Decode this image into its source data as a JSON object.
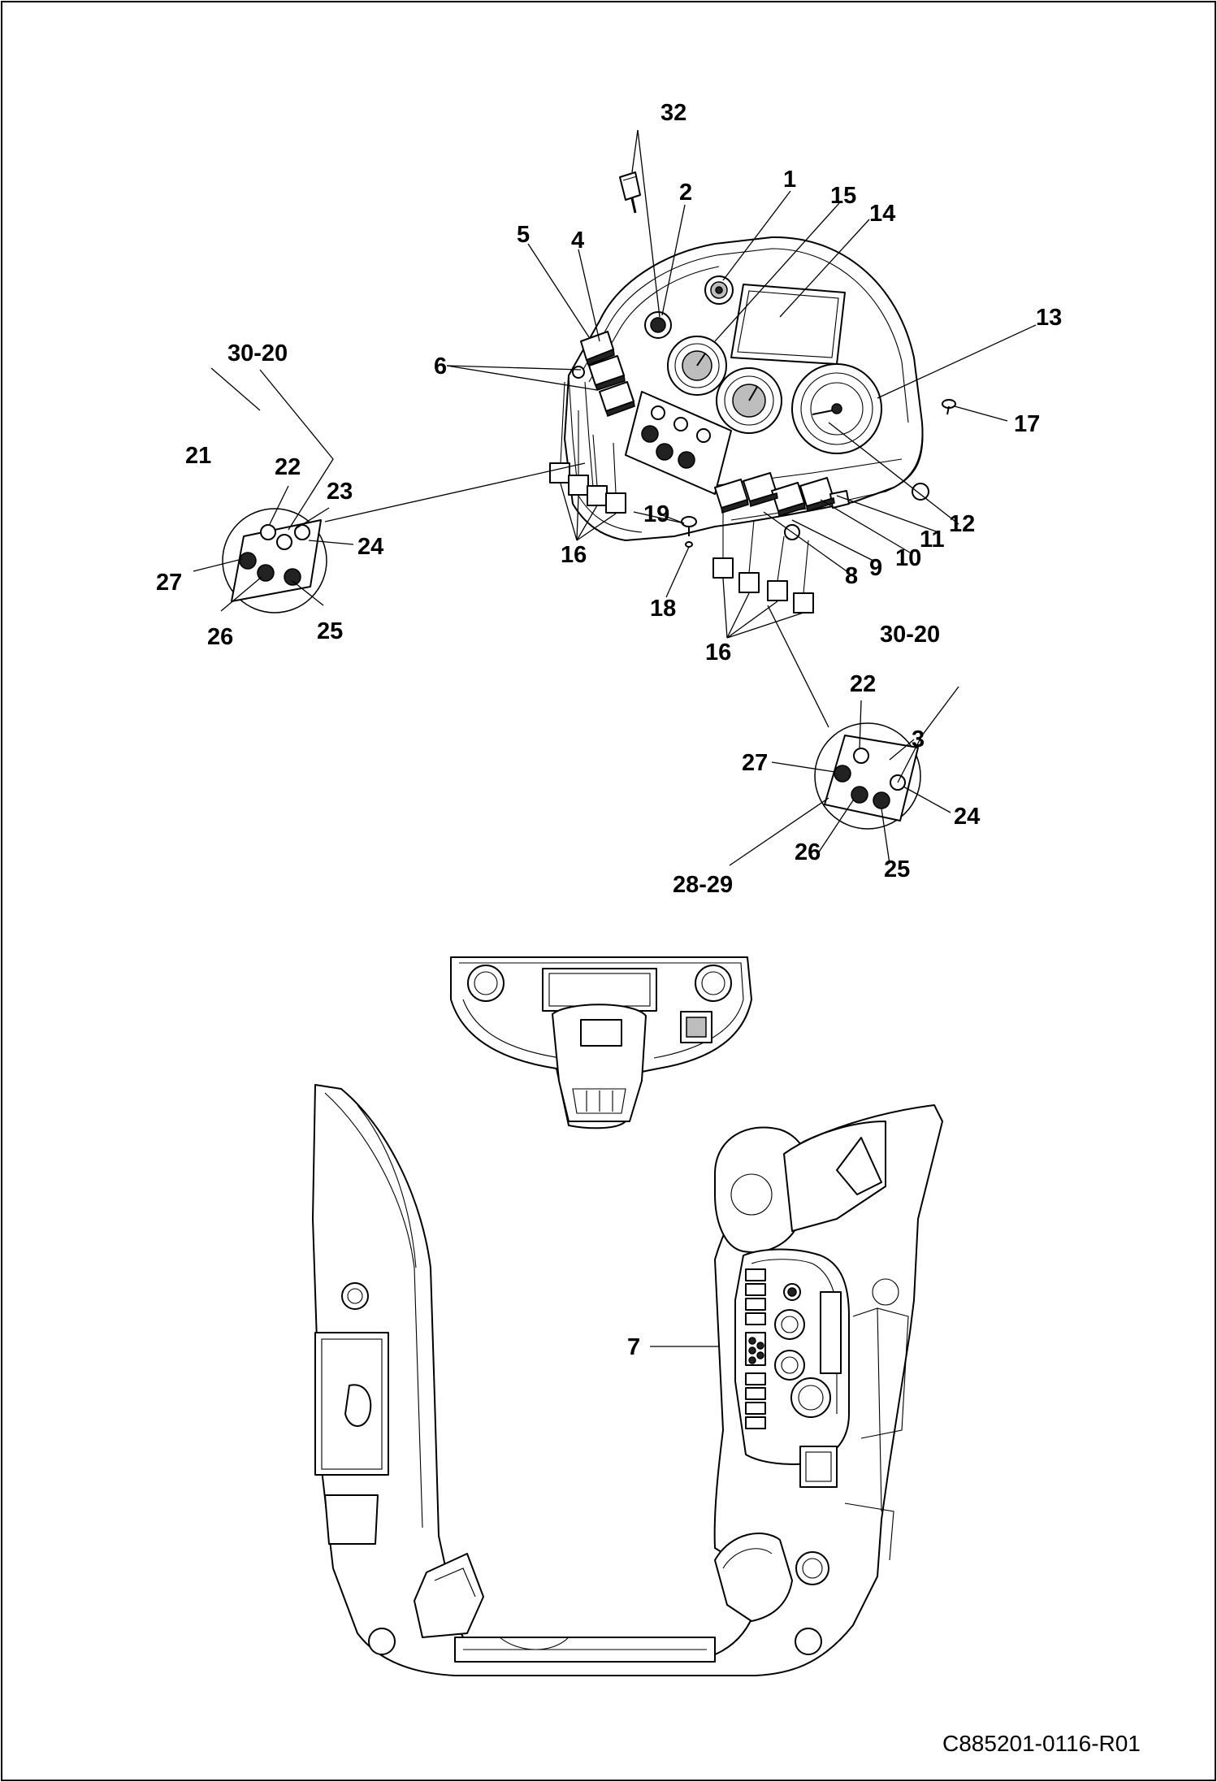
{
  "labels": {
    "1": "1",
    "2": "2",
    "3": "3",
    "4": "4",
    "5": "5",
    "6": "6",
    "7": "7",
    "8": "8",
    "9": "9",
    "10": "10",
    "11": "11",
    "12": "12",
    "13": "13",
    "14": "14",
    "15": "15",
    "16": "16",
    "17": "17",
    "18": "18",
    "19": "19",
    "21": "21",
    "22": "22",
    "23": "23",
    "24": "24",
    "25": "25",
    "26": "26",
    "27": "27",
    "32": "32",
    "30_20": "30-20",
    "28_29": "28-29"
  },
  "drawing_number": "C885201-0116-R01"
}
